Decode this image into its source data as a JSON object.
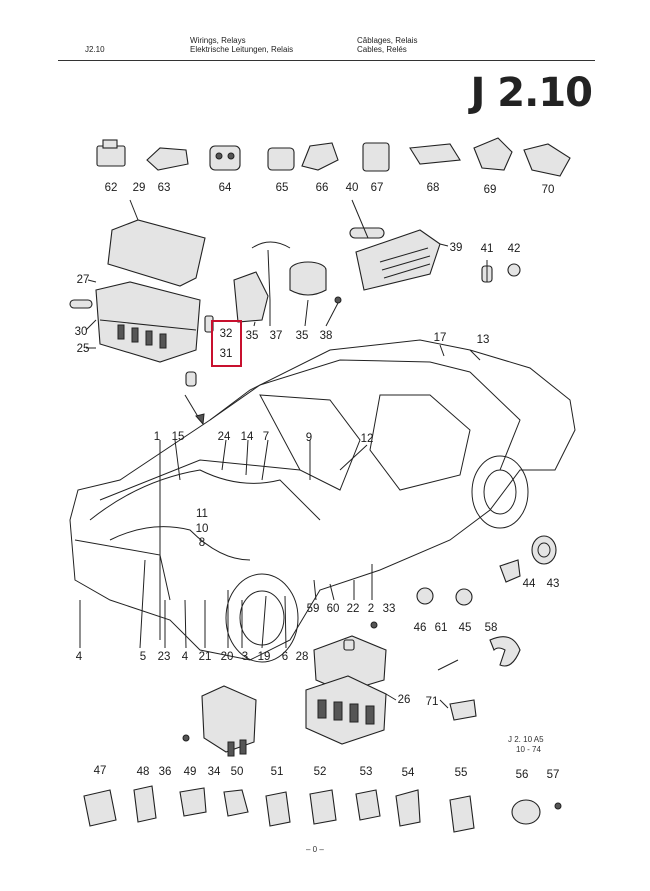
{
  "header": {
    "page_ref": "J2.10",
    "title_en": "Wirings, Relays",
    "title_de": "Elektrische Leitungen, Relais",
    "title_fr": "Câblages, Relais",
    "title_es": "Cables, Relés"
  },
  "section_code": "J 2.10",
  "highlight": {
    "color": "#c8102e",
    "labels": [
      "32",
      "31"
    ]
  },
  "callouts": {
    "row1": [
      "62",
      "29",
      "63",
      "64",
      "65",
      "66",
      "67",
      "68",
      "69",
      "70"
    ],
    "mid_right": [
      "40",
      "39",
      "41",
      "42",
      "35",
      "37",
      "35",
      "38"
    ],
    "fusebox": [
      "27",
      "30",
      "25",
      "32",
      "31"
    ],
    "car_top": [
      "17",
      "13",
      "1",
      "15",
      "24",
      "14",
      "7",
      "9",
      "12",
      "11",
      "10",
      "8"
    ],
    "car_bottom": [
      "4",
      "5",
      "23",
      "4",
      "21",
      "20",
      "3",
      "19",
      "6",
      "59",
      "60",
      "22",
      "2",
      "33"
    ],
    "right_parts": [
      "44",
      "43",
      "46",
      "61",
      "45",
      "58",
      "28",
      "26",
      "71"
    ],
    "relay_bottom": [
      "36",
      "34",
      "50"
    ],
    "bottom_row": [
      "47",
      "48",
      "49",
      "51",
      "52",
      "53",
      "54",
      "55",
      "56",
      "57"
    ]
  },
  "drawing_ref": "J 2. 10 A5",
  "drawing_date": "10 - 74",
  "page_footer": "– 0 –"
}
